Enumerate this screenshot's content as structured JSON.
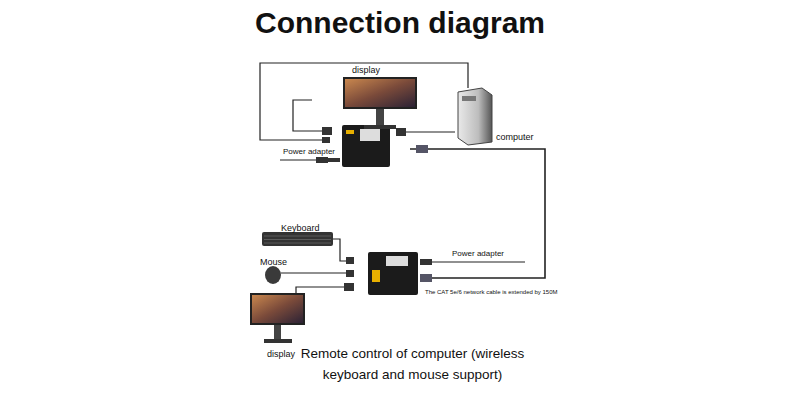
{
  "diagram": {
    "title": "Connection diagram",
    "caption": "Remote control of computer (wireless keyboard and mouse support)",
    "nodes": [
      {
        "text": [
          "display"
        ]
      },
      {
        "text": [
          "computer"
        ]
      },
      {
        "text": [
          "Keyboard"
        ]
      },
      {
        "text": [
          "Mouse"
        ]
      },
      {
        "text": [
          "display"
        ]
      }
    ],
    "labels": [
      "Power adapter",
      "Power adapter",
      "The CAT 5e/6 network cable is extended by 150M"
    ]
  }
}
